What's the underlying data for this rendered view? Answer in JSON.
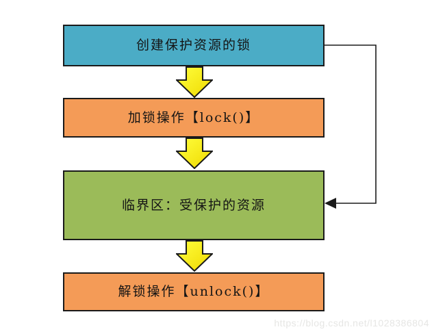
{
  "diagram": {
    "type": "flowchart",
    "background_color": "#FFFFFF",
    "border_color": "#1A1A1A",
    "nodes": [
      {
        "id": "create-lock",
        "label": "创建保护资源的锁",
        "fill": "#4BACC6"
      },
      {
        "id": "lock-operation",
        "label": "加锁操作【lock()】",
        "fill": "#F49B57"
      },
      {
        "id": "critical-section",
        "label": "临界区：受保护的资源",
        "fill": "#9BBB59"
      },
      {
        "id": "unlock-operation",
        "label": "解锁操作【unlock()】",
        "fill": "#F49B57"
      }
    ],
    "edges": [
      {
        "from": "create-lock",
        "to": "lock-operation",
        "style": "block-arrow-down",
        "fill": "#FFF200"
      },
      {
        "from": "lock-operation",
        "to": "critical-section",
        "style": "block-arrow-down",
        "fill": "#FFF200"
      },
      {
        "from": "critical-section",
        "to": "unlock-operation",
        "style": "block-arrow-down",
        "fill": "#FFF200"
      },
      {
        "from": "create-lock",
        "to": "critical-section",
        "style": "elbow-line-right",
        "color": "#1A1A1A"
      }
    ],
    "watermark": "https://blog.csdn.net/l1028386804"
  }
}
